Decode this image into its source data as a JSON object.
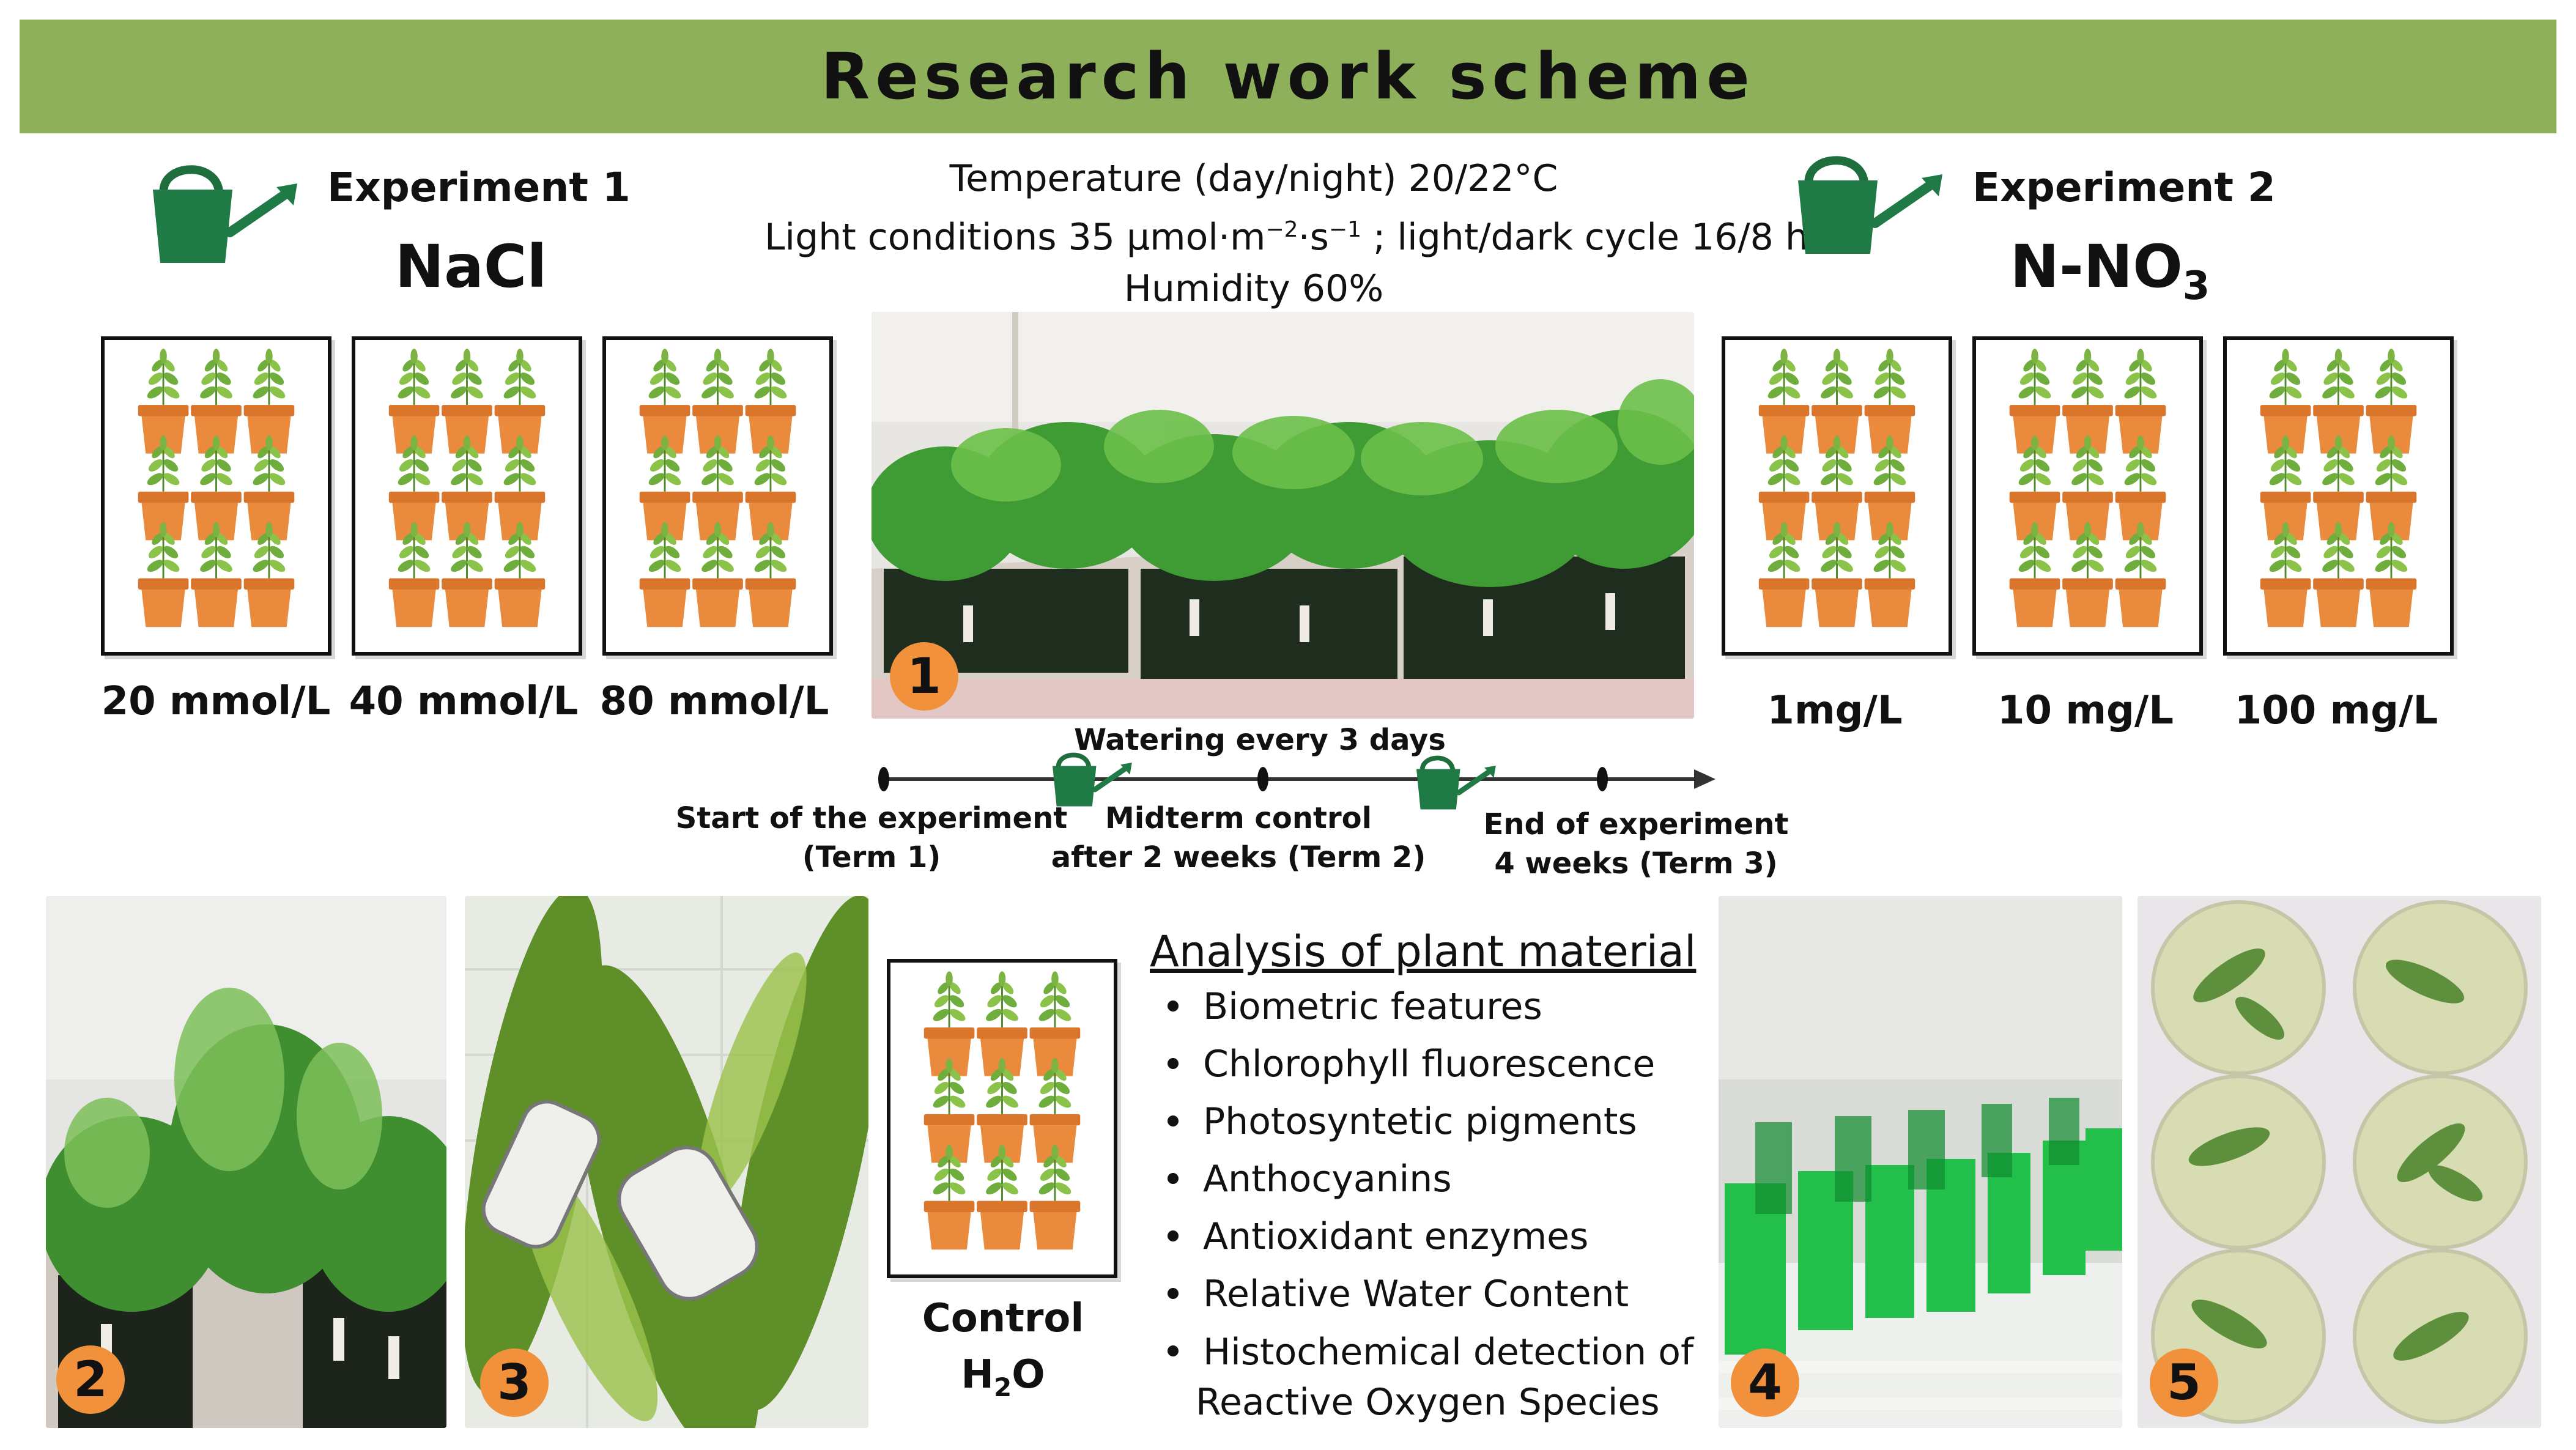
{
  "header": {
    "title": "Research work scheme"
  },
  "conditions": {
    "temperature": "Temperature (day/night) 20/22°C",
    "light_prefix": "Light conditions 35 μmol·m",
    "light_exp1": "−2",
    "light_mid": "·s",
    "light_exp2": "−1",
    "light_suffix": " ; light/dark cycle 16/8 h",
    "humidity": "Humidity 60%"
  },
  "experiment1": {
    "title": "Experiment 1",
    "agent": "NaCl",
    "concentrations": [
      "20 mmol/L",
      "40 mmol/L",
      "80 mmol/L"
    ]
  },
  "experiment2": {
    "title": "Experiment 2",
    "agent_main": "N-NO",
    "agent_sub": "3",
    "concentrations": [
      "1mg/L",
      "10 mg/L",
      "100 mg/L"
    ]
  },
  "timeline": {
    "top_label": "Watering every 3 days",
    "start_line1": "Start of the experiment",
    "start_line2": "(Term 1)",
    "mid_line1": "Midterm control",
    "mid_line2": "after 2 weeks (Term 2)",
    "end_line1": "End of experiment",
    "end_line2": "4 weeks (Term 3)"
  },
  "control": {
    "label": "Control",
    "formula_h": "H",
    "formula_sub": "2",
    "formula_o": "O"
  },
  "analysis": {
    "title": "Analysis of plant material",
    "items": [
      "Biometric features",
      "Chlorophyll fluorescence",
      "Photosyntetic pigments",
      "Anthocyanins",
      "Antioxidant enzymes",
      "Relative Water Content"
    ],
    "last_item_line1": "Histochemical detection of",
    "last_item_line2": "Reactive Oxygen Species"
  },
  "photo_numbers": [
    "1",
    "2",
    "3",
    "4",
    "5"
  ],
  "colors": {
    "header_bg": "#8fb05a",
    "can_green": "#1f7a45",
    "badge_orange": "#f1913b",
    "pot_orange": "#e98a3c",
    "leaf_green": "#7cb342"
  },
  "icons": [
    "watering-can-icon",
    "plant-pots-icon"
  ]
}
